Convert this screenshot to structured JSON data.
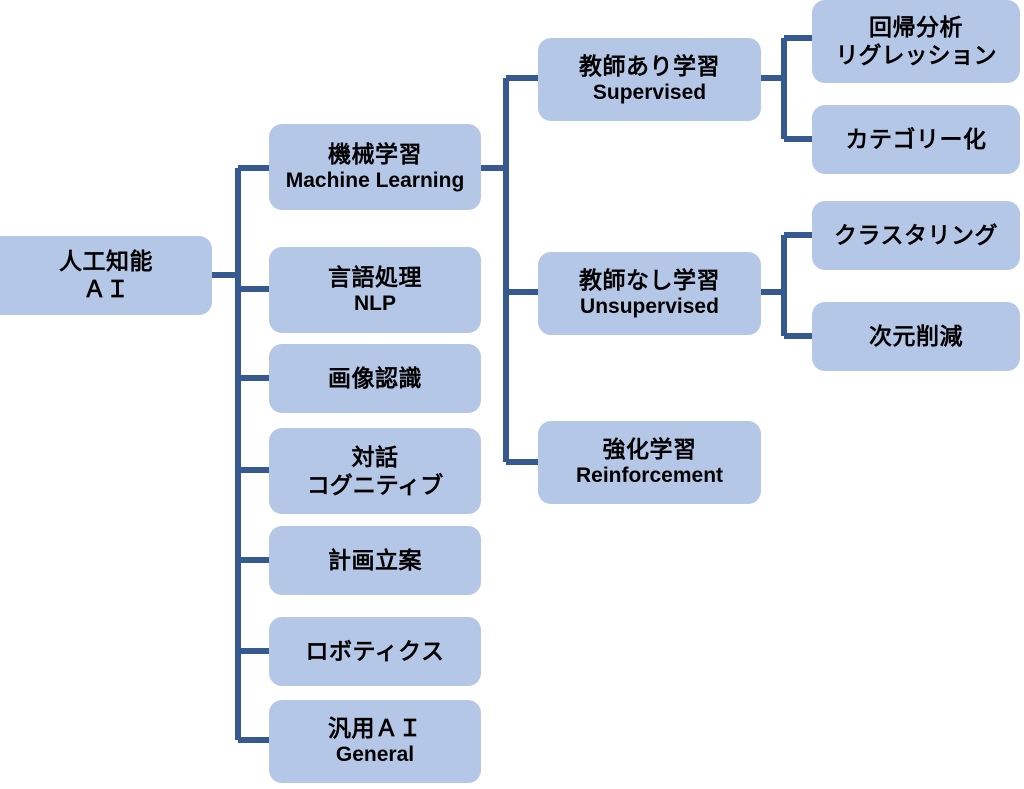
{
  "diagram": {
    "title": "AI taxonomy tree",
    "colors": {
      "node_fill": "#b4c7e7",
      "connector": "#36598f",
      "text": "#000000",
      "background": "#ffffff"
    },
    "root": {
      "id": "ai",
      "line_ja": "人工知能",
      "line_en": "ＡＩ"
    },
    "branches": [
      {
        "id": "machine-learning",
        "line_ja": "機械学習",
        "line_en": "Machine Learning"
      },
      {
        "id": "nlp",
        "line_ja": "言語処理",
        "line_en": "NLP"
      },
      {
        "id": "image-recognition",
        "line_ja": "画像認識",
        "line_en": ""
      },
      {
        "id": "dialogue-cognitive",
        "line_ja": "対話",
        "line_en": "コグニティブ"
      },
      {
        "id": "planning",
        "line_ja": "計画立案",
        "line_en": ""
      },
      {
        "id": "robotics",
        "line_ja": "ロボティクス",
        "line_en": ""
      },
      {
        "id": "general-ai",
        "line_ja": "汎用ＡＩ",
        "line_en": "General"
      }
    ],
    "learning_types": [
      {
        "id": "supervised",
        "line_ja": "教師あり学習",
        "line_en": "Supervised"
      },
      {
        "id": "unsupervised",
        "line_ja": "教師なし学習",
        "line_en": "Unsupervised"
      },
      {
        "id": "reinforcement",
        "line_ja": "強化学習",
        "line_en": "Reinforcement"
      }
    ],
    "tasks": [
      {
        "id": "regression",
        "line_ja": "回帰分析",
        "line_en": "リグレッション"
      },
      {
        "id": "categorization",
        "line_ja": "カテゴリー化",
        "line_en": ""
      },
      {
        "id": "clustering",
        "line_ja": "クラスタリング",
        "line_en": ""
      },
      {
        "id": "dimensionality-reduction",
        "line_ja": "次元削減",
        "line_en": ""
      }
    ]
  }
}
